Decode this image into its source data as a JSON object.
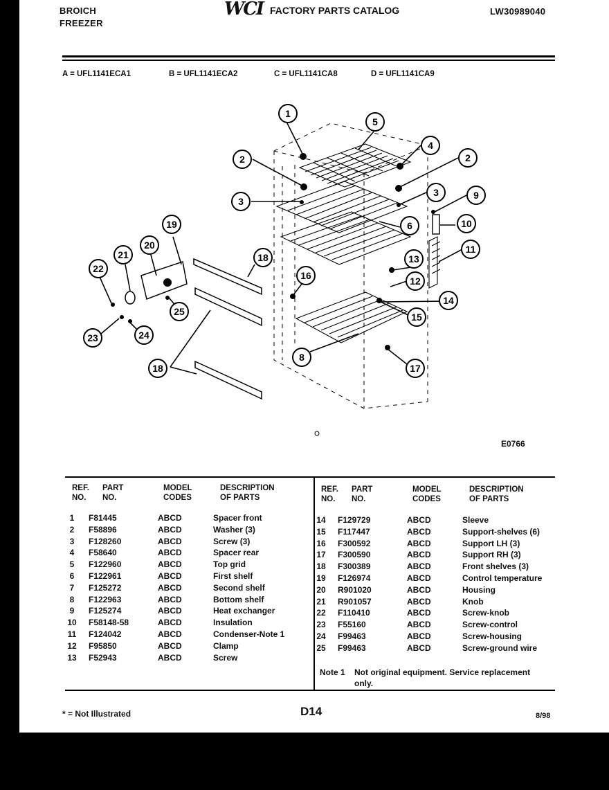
{
  "header": {
    "brand_line1": "BROICH",
    "brand_line2": "FREEZER",
    "logo": "WCI",
    "catalog_title": "FACTORY PARTS CATALOG",
    "doc_number": "LW30989040"
  },
  "models": [
    {
      "label": "A = UFL1141ECA1"
    },
    {
      "label": "B = UFL1141ECA2"
    },
    {
      "label": "C = UFL1141CA8"
    },
    {
      "label": "D = UFL1141CA9"
    }
  ],
  "diagram": {
    "code": "E0766",
    "callouts": [
      "1",
      "2",
      "3",
      "4",
      "5",
      "2",
      "3",
      "9",
      "10",
      "6",
      "11",
      "19",
      "20",
      "21",
      "22",
      "18",
      "16",
      "13",
      "12",
      "14",
      "15",
      "25",
      "23",
      "24",
      "8",
      "17",
      "18"
    ]
  },
  "table": {
    "headers": {
      "ref_line1": "REF.",
      "ref_line2": "NO.",
      "part_line1": "PART",
      "part_line2": "NO.",
      "model_line1": "MODEL",
      "model_line2": "CODES",
      "desc_line1": "DESCRIPTION",
      "desc_line2": "OF PARTS"
    },
    "left_rows": [
      {
        "ref": "1",
        "part": "F81445",
        "model": "ABCD",
        "desc": "Spacer front"
      },
      {
        "ref": "2",
        "part": "F58896",
        "model": "ABCD",
        "desc": "Washer (3)"
      },
      {
        "ref": "3",
        "part": "F128260",
        "model": "ABCD",
        "desc": "Screw (3)"
      },
      {
        "ref": "4",
        "part": "F58640",
        "model": "ABCD",
        "desc": "Spacer rear"
      },
      {
        "ref": "5",
        "part": "F122960",
        "model": "ABCD",
        "desc": "Top grid"
      },
      {
        "ref": "6",
        "part": "F122961",
        "model": "ABCD",
        "desc": "First shelf"
      },
      {
        "ref": "7",
        "part": "F125272",
        "model": "ABCD",
        "desc": "Second shelf"
      },
      {
        "ref": "8",
        "part": "F122963",
        "model": "ABCD",
        "desc": "Bottom shelf"
      },
      {
        "ref": "9",
        "part": "F125274",
        "model": "ABCD",
        "desc": "Heat exchanger"
      },
      {
        "ref": "10",
        "part": "F58148-58",
        "model": "ABCD",
        "desc": "Insulation"
      },
      {
        "ref": "11",
        "part": "F124042",
        "model": "ABCD",
        "desc": "Condenser-Note 1"
      },
      {
        "ref": "12",
        "part": "F95850",
        "model": "ABCD",
        "desc": "Clamp"
      },
      {
        "ref": "13",
        "part": "F52943",
        "model": "ABCD",
        "desc": "Screw"
      }
    ],
    "right_rows": [
      {
        "ref": "14",
        "part": "F129729",
        "model": "ABCD",
        "desc": "Sleeve"
      },
      {
        "ref": "15",
        "part": "F117447",
        "model": "ABCD",
        "desc": "Support-shelves (6)"
      },
      {
        "ref": "16",
        "part": "F300592",
        "model": "ABCD",
        "desc": "Support LH (3)"
      },
      {
        "ref": "17",
        "part": "F300590",
        "model": "ABCD",
        "desc": "Support RH (3)"
      },
      {
        "ref": "18",
        "part": "F300389",
        "model": "ABCD",
        "desc": "Front shelves (3)"
      },
      {
        "ref": "19",
        "part": "F126974",
        "model": "ABCD",
        "desc": "Control temperature"
      },
      {
        "ref": "20",
        "part": "R901020",
        "model": "ABCD",
        "desc": "Housing"
      },
      {
        "ref": "21",
        "part": "R901057",
        "model": "ABCD",
        "desc": "Knob"
      },
      {
        "ref": "22",
        "part": "F110410",
        "model": "ABCD",
        "desc": "Screw-knob"
      },
      {
        "ref": "23",
        "part": "F55160",
        "model": "ABCD",
        "desc": "Screw-control"
      },
      {
        "ref": "24",
        "part": "F99463",
        "model": "ABCD",
        "desc": "Screw-housing"
      },
      {
        "ref": "25",
        "part": "F99463",
        "model": "ABCD",
        "desc": "Screw-ground wire"
      }
    ],
    "note_label": "Note 1",
    "note_line1": "Not original equipment.  Service replacement",
    "note_line2": "only."
  },
  "footer": {
    "not_illustrated": "* = Not Illustrated",
    "page_code": "D14",
    "date": "8/98"
  }
}
